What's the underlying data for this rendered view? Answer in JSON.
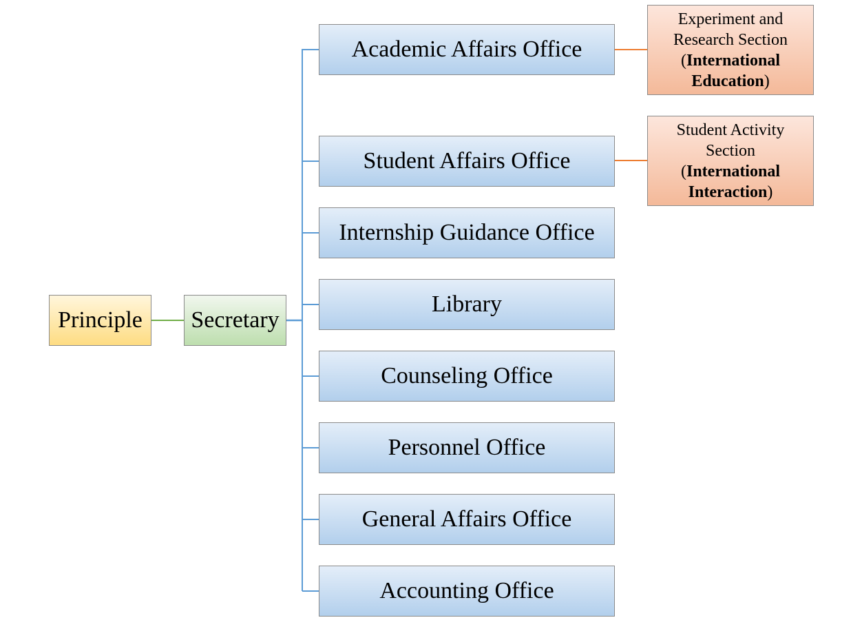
{
  "colors": {
    "connector_main": "#5b9bd5",
    "connector_green": "#70ad47",
    "connector_orange": "#ed7d31"
  },
  "principle": "Principle",
  "secretary": "Secretary",
  "offices": [
    "Academic Affairs Office",
    "Student Affairs Office",
    "Internship Guidance Office",
    "Library",
    "Counseling Office",
    "Personnel Office",
    "General Affairs Office",
    "Accounting Office"
  ],
  "sections": [
    {
      "line1": "Experiment and",
      "line2": "Research Section",
      "open": "(",
      "bold1": "International",
      "bold2": "Education",
      "close": ")"
    },
    {
      "line1": "Student Activity",
      "line2": "Section",
      "open": "(",
      "bold1": "International",
      "bold2": "Interaction",
      "close": ")"
    }
  ]
}
